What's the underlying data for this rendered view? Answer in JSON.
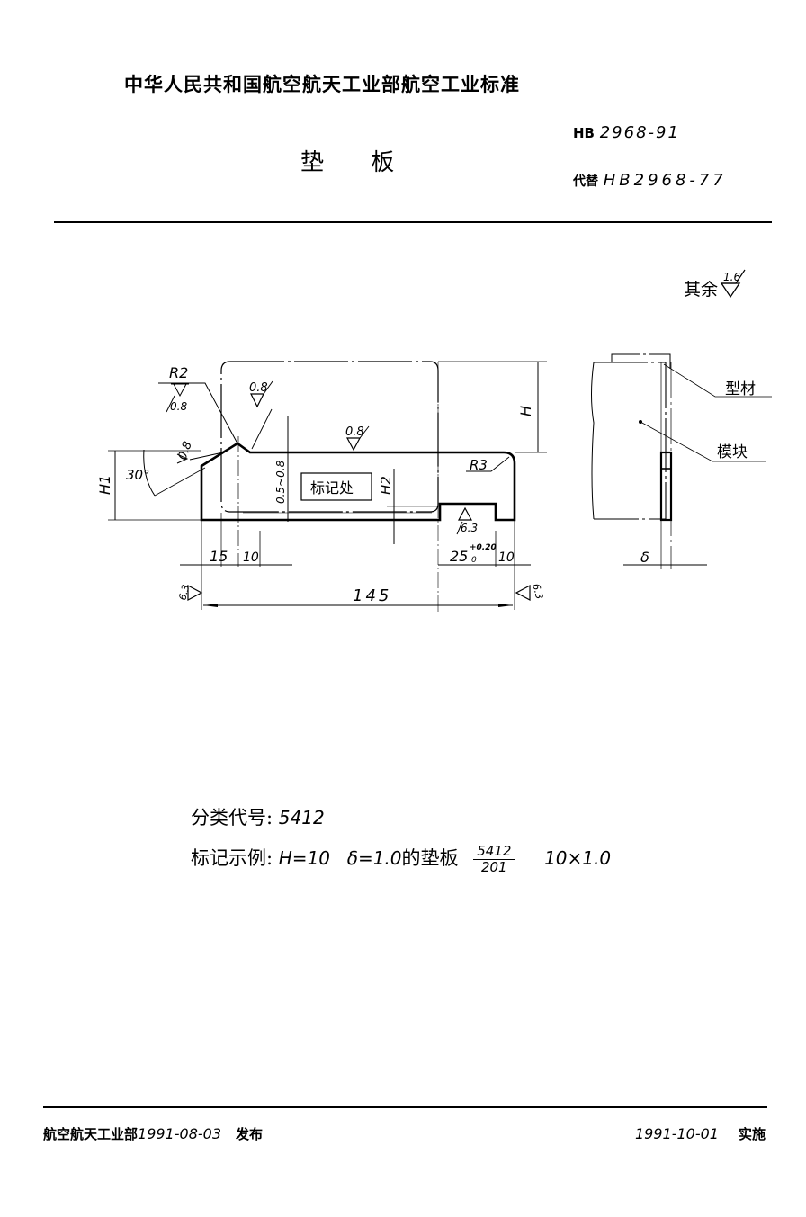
{
  "header": {
    "organization": "中华人民共和国航空航天工业部航空工业标准",
    "title": "垫  板",
    "standard_prefix": "HB",
    "standard_code": "2968-91",
    "replaces_prefix": "代替",
    "replaces_code": "HB2968-77"
  },
  "drawing": {
    "general_roughness_label": "其余",
    "general_roughness_value": "1.6",
    "radius_r2": "R2",
    "radius_r3": "R3",
    "roughness_r2": "0.8",
    "roughness_top_left": "0.8",
    "roughness_top": "0.8",
    "roughness_chamfer": "0.8",
    "roughness_slot": "6.3",
    "roughness_left_end": "6.3",
    "roughness_right_end": "6.3",
    "angle": "30°",
    "dim_h": "H",
    "dim_h1": "H1",
    "dim_h2": "H2",
    "dim_range": "0.5~0.8",
    "dim_15": "15",
    "dim_10_left": "10",
    "dim_25": "25",
    "tol_upper": "+0.20",
    "tol_lower": "0",
    "dim_10_right": "10",
    "dim_145": "145",
    "mark_area": "标记处",
    "side_label_profile": "型材",
    "side_label_die": "模块",
    "dim_delta": "δ"
  },
  "info": {
    "classification_label": "分类代号:",
    "classification_code": "5412",
    "example_label": "标记示例:",
    "example_h": "H=10",
    "example_delta": "δ=1.0",
    "example_text": "的垫板",
    "example_num": "5412",
    "example_den": "201",
    "example_size": "10×1.0"
  },
  "footer": {
    "issuer": "航空航天工业部",
    "issue_date": "1991-08-03",
    "issue_label": "发布",
    "effective_date": "1991-10-01",
    "effective_label": "实施"
  }
}
